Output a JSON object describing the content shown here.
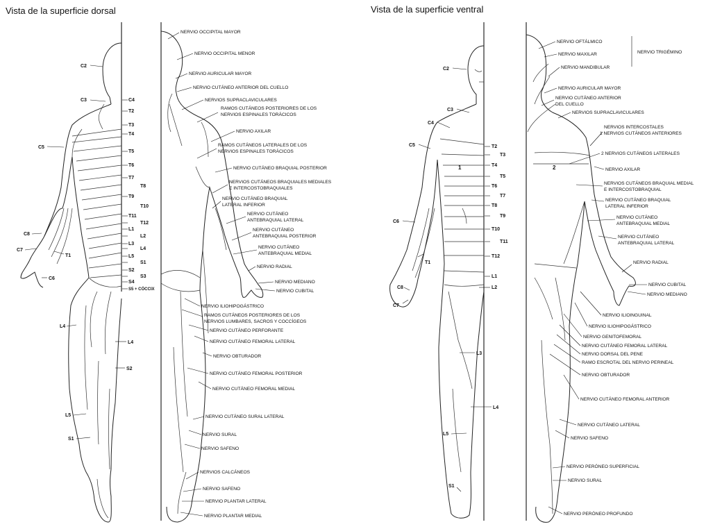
{
  "titles": {
    "dorsal": "Vista de la superficie dorsal",
    "ventral": "Vista de la superficie ventral"
  },
  "dorsal_dermatomes": [
    "C2",
    "C3",
    "C4",
    "T2",
    "T3",
    "T4",
    "C5",
    "T5",
    "T6",
    "T7",
    "T8",
    "T9",
    "T10",
    "T11",
    "T12",
    "C8",
    "L1",
    "L2",
    "L3",
    "L4",
    "L5",
    "C7",
    "T1",
    "S1",
    "S2",
    "S3",
    "C6",
    "S4",
    "S5 + CÓCCIX",
    "L4",
    "L4",
    "S2",
    "L5",
    "S1"
  ],
  "dorsal_nerves": [
    "NERVIO OCCIPITAL MAYOR",
    "NERVIO OCCIPITAL MENOR",
    "NERVIO AURICULAR MAYOR",
    "NERVIO CUTÁNEO ANTERIOR DEL CUELLO",
    "NERVIOS SUPRACLAVICULARES",
    "RAMOS CUTÁNEOS POSTERIORES DE LOS",
    "NERVIOS ESPINALES TORÁCICOS",
    "NERVIO AXILAR",
    "RAMOS CUTÁNEOS LATERALES DE LOS",
    "NERVIOS ESPINALES TORÁCICOS",
    "NERVIO CUTÁNEO BRAQUIAL POSTERIOR",
    "NERVIOS CUTÁNEOS BRAQUIALES MEDIALES",
    "E INTERCOSTOBRAQUIALES",
    "NERVIO CUTÁNEO BRAQUIAL",
    "LATERAL INFERIOR",
    "NERVIO CUTÁNEO",
    "ANTEBRAQUIAL LATERAL",
    "NERVIO CUTÁNEO",
    "ANTEBRAQUIAL POSTERIOR",
    "NERVIO CUTÁNEO",
    "ANTEBRAQUIAL MEDIAL",
    "NERVIO RADIAL",
    "NERVIO MEDIANO",
    "NERVIO CUBITAL",
    "NERVIO ILIOHIPOGÁSTRICO",
    "RAMOS CUTÁNEOS POSTERIORES DE LOS",
    "NERVIOS LUMBARES, SACROS Y COCCÍGEOS",
    "NERVIO CUTÁNEO PERFORANTE",
    "NERVIO CUTÁNEO FEMORAL LATERAL",
    "NERVIO OBTURADOR",
    "NERVIO CUTÁNEO FEMORAL POSTERIOR",
    "NERVIO CUTÁNEO FEMORAL MEDIAL",
    "NERVIO CUTÁNEO SURAL LATERAL",
    "NERVIO SURAL",
    "NERVIO SAFENO",
    "NERVIOS CALCÁNEOS",
    "NERVIO SAFENO",
    "NERVIO PLANTAR LATERAL",
    "NERVIO PLANTAR MEDIAL"
  ],
  "ventral_dermatomes": [
    "C2",
    "C3",
    "C4",
    "C5",
    "T2",
    "T3",
    "T4",
    "T5",
    "T6",
    "T7",
    "T8",
    "T9",
    "C6",
    "T10",
    "T11",
    "T1",
    "T12",
    "L1",
    "L2",
    "C8",
    "C7",
    "L3",
    "L4",
    "L5",
    "S1"
  ],
  "ventral_nerves": [
    "NERVIO OFTÁLMICO",
    "NERVIO MAXILAR",
    "NERVIO TRIGÉMINO",
    "NERVIO MANDIBULAR",
    "NERVIO AURICULAR MAYOR",
    "NERVIO CUTÁNEO ANTERIOR",
    "DEL CUELLO",
    "NERVIOS SUPRACLAVICULARES",
    "NERVIOS INTERCOSTALES",
    "1 NERVIOS CUTÁNEOS ANTERIORES",
    "2 NERVIOS CUTÁNEOS LATERALES",
    "NERVIO AXILAR",
    "NERVIOS CUTÁNEOS BRAQUIAL MEDIAL",
    "E INTERCOSTOBRAQUIAL",
    "NERVIO CUTÁNEO BRAQUIAL",
    "LATERAL INFERIOR",
    "NERVIO CUTÁNEO",
    "ANTEBRAQUIAL MEDIAL",
    "NERVIO CUTÁNEO",
    "ANTEBRAQUIAL LATERAL",
    "NERVIO RADIAL",
    "NERVIO CUBITAL",
    "NERVIO MEDIANO",
    "NERVIO ILIOINGUINAL",
    "NERVIO ILIOHIPOGÁSTRICO",
    "NERVIO GENITOFEMORAL",
    "NERVIO CUTÁNEO FEMORAL LATERAL",
    "NERVIO DORSAL DEL PENE",
    "RAMO ESCROTAL DEL NERVIO PERINEAL",
    "NERVIO OBTURADOR",
    "NERVIO CUTÁNEO FEMORAL ANTERIOR",
    "NERVIO CUTÁNEO LATERAL",
    "NERVIO SAFENO",
    "NERVIO PERÓNEO SUPERFICIAL",
    "NERVIO SURAL",
    "NERVIO PERÓNEO PROFUNDO"
  ],
  "ventral_special": [
    "1",
    "2"
  ]
}
